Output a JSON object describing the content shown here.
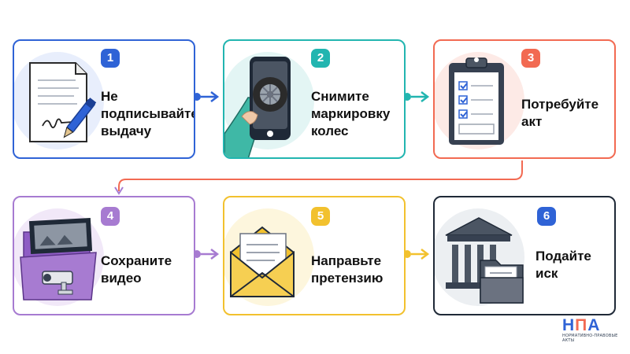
{
  "steps": [
    {
      "number": "1",
      "label": "Не подписывайте выдачу",
      "icon": "signed-document-icon",
      "color": "#2f63d6",
      "tint": "#e8eefc"
    },
    {
      "number": "2",
      "label": "Снимите маркировку колес",
      "icon": "phone-photo-tire-icon",
      "color": "#22b5b0",
      "tint": "#e3f5f4"
    },
    {
      "number": "3",
      "label": "Потребуйте акт",
      "icon": "clipboard-checklist-icon",
      "color": "#f26a52",
      "tint": "#fdeae6"
    },
    {
      "number": "4",
      "label": "Сохраните видео",
      "icon": "video-folder-icon",
      "color": "#a77bd1",
      "tint": "#f1e8f8"
    },
    {
      "number": "5",
      "label": "Направьте претензию",
      "icon": "envelope-letter-icon",
      "color": "#f2c12e",
      "tint": "#fdf6dd"
    },
    {
      "number": "6",
      "label": "Подайте иск",
      "icon": "court-folder-icon",
      "color": "#1f2937",
      "tint": "#eceff2"
    }
  ],
  "logo": {
    "mark": "НПА",
    "subtitle": "НОРМАТИВНО-ПРАВОВЫЕ АКТЫ"
  }
}
